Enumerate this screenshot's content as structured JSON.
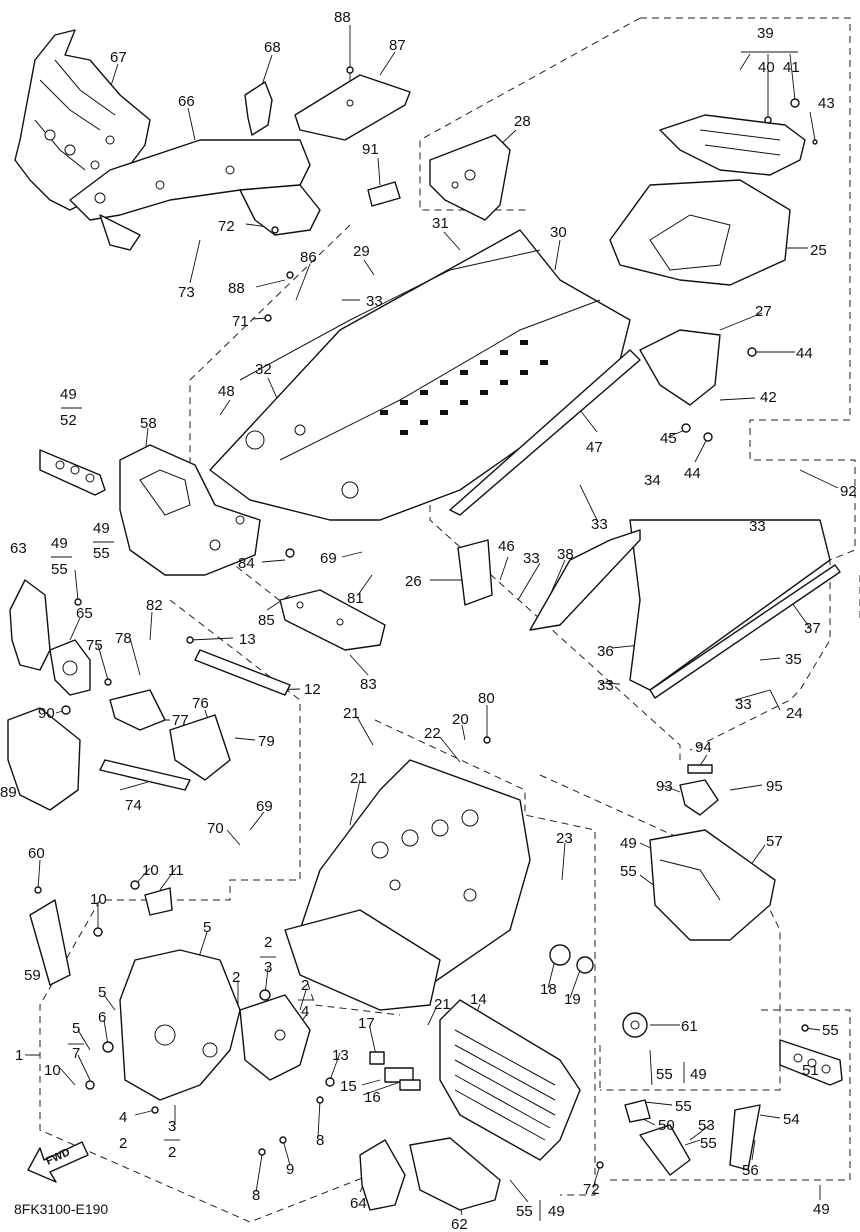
{
  "diagram_code": "8FK3100-E190",
  "fwd_label": "FWD",
  "callouts": [
    {
      "id": "67",
      "text": "67"
    },
    {
      "id": "66",
      "text": "66"
    },
    {
      "id": "68",
      "text": "68"
    },
    {
      "id": "88a",
      "text": "88"
    },
    {
      "id": "87",
      "text": "87"
    },
    {
      "id": "39",
      "text": "39"
    },
    {
      "id": "40",
      "text": "40"
    },
    {
      "id": "41",
      "text": "41"
    },
    {
      "id": "43",
      "text": "43"
    },
    {
      "id": "28",
      "text": "28"
    },
    {
      "id": "91",
      "text": "91"
    },
    {
      "id": "31",
      "text": "31"
    },
    {
      "id": "30",
      "text": "30"
    },
    {
      "id": "25",
      "text": "25"
    },
    {
      "id": "73",
      "text": "73"
    },
    {
      "id": "72a",
      "text": "72"
    },
    {
      "id": "86",
      "text": "86"
    },
    {
      "id": "29",
      "text": "29"
    },
    {
      "id": "88b",
      "text": "88"
    },
    {
      "id": "33a",
      "text": "33"
    },
    {
      "id": "71",
      "text": "71"
    },
    {
      "id": "27",
      "text": "27"
    },
    {
      "id": "44a",
      "text": "44"
    },
    {
      "id": "42",
      "text": "42"
    },
    {
      "id": "32",
      "text": "32"
    },
    {
      "id": "48",
      "text": "48"
    },
    {
      "id": "45",
      "text": "45"
    },
    {
      "id": "44b",
      "text": "44"
    },
    {
      "id": "47",
      "text": "47"
    },
    {
      "id": "92",
      "text": "92"
    },
    {
      "id": "49a",
      "text": "49"
    },
    {
      "id": "52",
      "text": "52"
    },
    {
      "id": "58",
      "text": "58"
    },
    {
      "id": "33b",
      "text": "33"
    },
    {
      "id": "34",
      "text": "34"
    },
    {
      "id": "33c",
      "text": "33"
    },
    {
      "id": "49b",
      "text": "49"
    },
    {
      "id": "55a",
      "text": "55"
    },
    {
      "id": "84",
      "text": "84"
    },
    {
      "id": "69a",
      "text": "69"
    },
    {
      "id": "46",
      "text": "46"
    },
    {
      "id": "33d",
      "text": "33"
    },
    {
      "id": "38",
      "text": "38"
    },
    {
      "id": "63",
      "text": "63"
    },
    {
      "id": "49c",
      "text": "49"
    },
    {
      "id": "55b",
      "text": "55"
    },
    {
      "id": "26",
      "text": "26"
    },
    {
      "id": "81",
      "text": "81"
    },
    {
      "id": "82",
      "text": "82"
    },
    {
      "id": "85",
      "text": "85"
    },
    {
      "id": "65",
      "text": "65"
    },
    {
      "id": "37",
      "text": "37"
    },
    {
      "id": "36",
      "text": "36"
    },
    {
      "id": "13a",
      "text": "13"
    },
    {
      "id": "75",
      "text": "75"
    },
    {
      "id": "78",
      "text": "78"
    },
    {
      "id": "83",
      "text": "83"
    },
    {
      "id": "35",
      "text": "35"
    },
    {
      "id": "33e",
      "text": "33"
    },
    {
      "id": "12",
      "text": "12"
    },
    {
      "id": "33f",
      "text": "33"
    },
    {
      "id": "24",
      "text": "24"
    },
    {
      "id": "80",
      "text": "80"
    },
    {
      "id": "90",
      "text": "90"
    },
    {
      "id": "77",
      "text": "77"
    },
    {
      "id": "76",
      "text": "76"
    },
    {
      "id": "21a",
      "text": "21"
    },
    {
      "id": "22",
      "text": "22"
    },
    {
      "id": "20",
      "text": "20"
    },
    {
      "id": "79",
      "text": "79"
    },
    {
      "id": "89",
      "text": "89"
    },
    {
      "id": "94",
      "text": "94"
    },
    {
      "id": "74",
      "text": "74"
    },
    {
      "id": "93",
      "text": "93"
    },
    {
      "id": "95",
      "text": "95"
    },
    {
      "id": "21b",
      "text": "21"
    },
    {
      "id": "69b",
      "text": "69"
    },
    {
      "id": "70",
      "text": "70"
    },
    {
      "id": "23",
      "text": "23"
    },
    {
      "id": "49d",
      "text": "49"
    },
    {
      "id": "57",
      "text": "57"
    },
    {
      "id": "60",
      "text": "60"
    },
    {
      "id": "10a",
      "text": "10"
    },
    {
      "id": "11",
      "text": "11"
    },
    {
      "id": "55c",
      "text": "55"
    },
    {
      "id": "10b",
      "text": "10"
    },
    {
      "id": "5a",
      "text": "5"
    },
    {
      "id": "59",
      "text": "59"
    },
    {
      "id": "2a",
      "text": "2"
    },
    {
      "id": "3a",
      "text": "3"
    },
    {
      "id": "5b",
      "text": "5"
    },
    {
      "id": "6",
      "text": "6"
    },
    {
      "id": "2b",
      "text": "2"
    },
    {
      "id": "2c",
      "text": "2"
    },
    {
      "id": "4a",
      "text": "4"
    },
    {
      "id": "18",
      "text": "18"
    },
    {
      "id": "19",
      "text": "19"
    },
    {
      "id": "21c",
      "text": "21"
    },
    {
      "id": "14",
      "text": "14"
    },
    {
      "id": "5c",
      "text": "5"
    },
    {
      "id": "7",
      "text": "7"
    },
    {
      "id": "17",
      "text": "17"
    },
    {
      "id": "61",
      "text": "61"
    },
    {
      "id": "55d",
      "text": "55"
    },
    {
      "id": "1",
      "text": "1"
    },
    {
      "id": "10c",
      "text": "10"
    },
    {
      "id": "13b",
      "text": "13"
    },
    {
      "id": "15",
      "text": "15"
    },
    {
      "id": "55e",
      "text": "55"
    },
    {
      "id": "49e",
      "text": "49"
    },
    {
      "id": "51",
      "text": "51"
    },
    {
      "id": "4b",
      "text": "4"
    },
    {
      "id": "16",
      "text": "16"
    },
    {
      "id": "55f",
      "text": "55"
    },
    {
      "id": "2d",
      "text": "2"
    },
    {
      "id": "3b",
      "text": "3"
    },
    {
      "id": "2e",
      "text": "2"
    },
    {
      "id": "8a",
      "text": "8"
    },
    {
      "id": "50",
      "text": "50"
    },
    {
      "id": "53",
      "text": "53"
    },
    {
      "id": "54",
      "text": "54"
    },
    {
      "id": "9",
      "text": "9"
    },
    {
      "id": "55g",
      "text": "55"
    },
    {
      "id": "56",
      "text": "56"
    },
    {
      "id": "72b",
      "text": "72"
    },
    {
      "id": "8b",
      "text": "8"
    },
    {
      "id": "64",
      "text": "64"
    },
    {
      "id": "49f",
      "text": "49"
    },
    {
      "id": "55h",
      "text": "55"
    },
    {
      "id": "49g",
      "text": "49"
    },
    {
      "id": "62",
      "text": "62"
    }
  ]
}
